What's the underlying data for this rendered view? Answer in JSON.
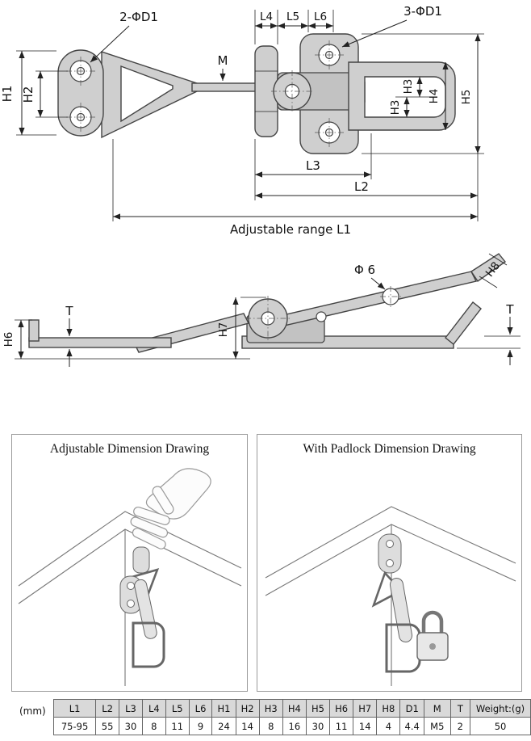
{
  "top_drawing": {
    "labels": {
      "d1_left": "2-ΦD1",
      "l4": "L4",
      "l5": "L5",
      "l6": "L6",
      "d1_right": "3-ΦD1",
      "h1": "H1",
      "h2": "H2",
      "m": "M",
      "h3_upper": "H3",
      "h3_lower": "H3",
      "h4": "H4",
      "h5": "H5",
      "l3": "L3",
      "l2": "L2",
      "l1": "Adjustable range L1"
    }
  },
  "side_drawing": {
    "labels": {
      "phi6": "Φ 6",
      "h8": "H8",
      "t_left": "T",
      "t_right": "T",
      "h6": "H6",
      "h7": "H7"
    }
  },
  "panels": [
    {
      "title": "Adjustable Dimension Drawing"
    },
    {
      "title": "With Padlock Dimension Drawing"
    }
  ],
  "table": {
    "unit": "(mm)",
    "headers": [
      "L1",
      "L2",
      "L3",
      "L4",
      "L5",
      "L6",
      "H1",
      "H2",
      "H3",
      "H4",
      "H5",
      "H6",
      "H7",
      "H8",
      "D1",
      "M",
      "T",
      "Weight:(g)"
    ],
    "values": [
      "75-95",
      "55",
      "30",
      "8",
      "11",
      "9",
      "24",
      "14",
      "8",
      "16",
      "30",
      "11",
      "14",
      "4",
      "4.4",
      "M5",
      "2",
      "50"
    ]
  }
}
